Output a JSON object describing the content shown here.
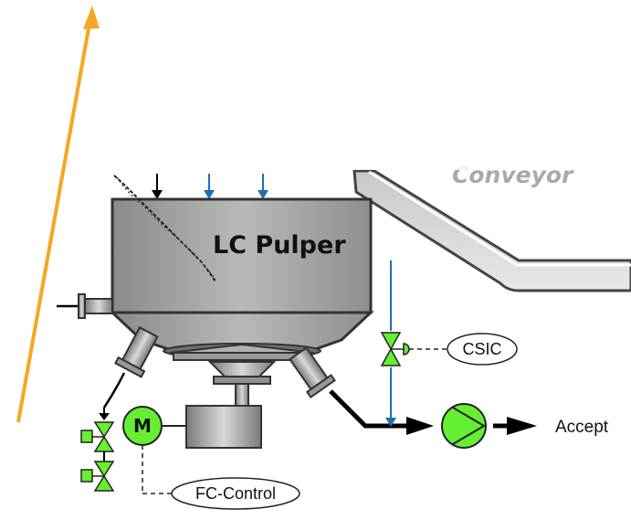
{
  "labels": {
    "pulper": "LC Pulper",
    "csic": "CSIC",
    "fc_control": "FC-Control",
    "accept": "Accept",
    "motor": "M",
    "conveyor": "Conveyor"
  },
  "colors": {
    "orange_arrow": "#f5a623",
    "water_blue": "#1f6fb5",
    "valve_green": "#66ee33",
    "tank_grey": "#a3a3a3",
    "line_black": "#000000"
  }
}
